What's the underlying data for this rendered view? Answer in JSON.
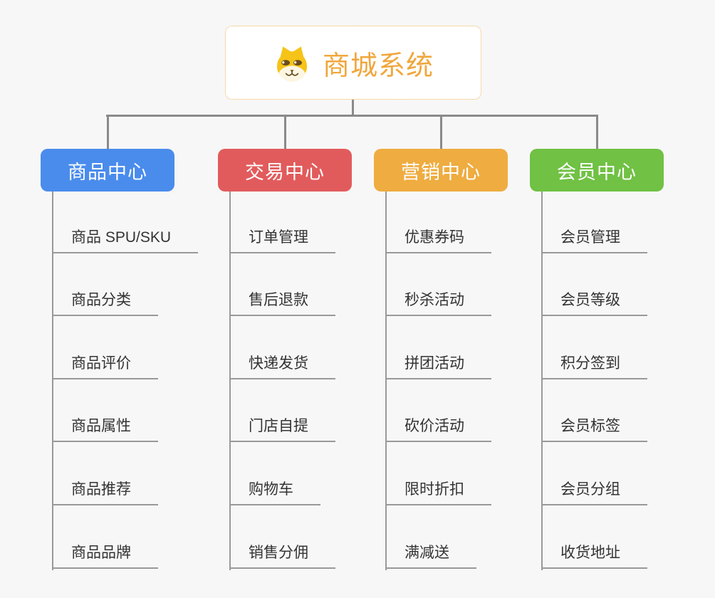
{
  "root": {
    "title": "商城系统",
    "icon": "doge-face-icon",
    "text_color": "#f0a73d",
    "border_color": "#f2b052"
  },
  "connector_color": "#8a8a8a",
  "branches": [
    {
      "label": "商品中心",
      "color": "#4a8cec",
      "children": [
        "商品 SPU/SKU",
        "商品分类",
        "商品评价",
        "商品属性",
        "商品推荐",
        "商品品牌"
      ]
    },
    {
      "label": "交易中心",
      "color": "#e25b5c",
      "children": [
        "订单管理",
        "售后退款",
        "快递发货",
        "门店自提",
        "购物车",
        "销售分佣"
      ]
    },
    {
      "label": "营销中心",
      "color": "#efac40",
      "children": [
        "优惠券码",
        "秒杀活动",
        "拼团活动",
        "砍价活动",
        "限时折扣",
        "满减送"
      ]
    },
    {
      "label": "会员中心",
      "color": "#70c144",
      "children": [
        "会员管理",
        "会员等级",
        "积分签到",
        "会员标签",
        "会员分组",
        "收货地址"
      ]
    }
  ]
}
